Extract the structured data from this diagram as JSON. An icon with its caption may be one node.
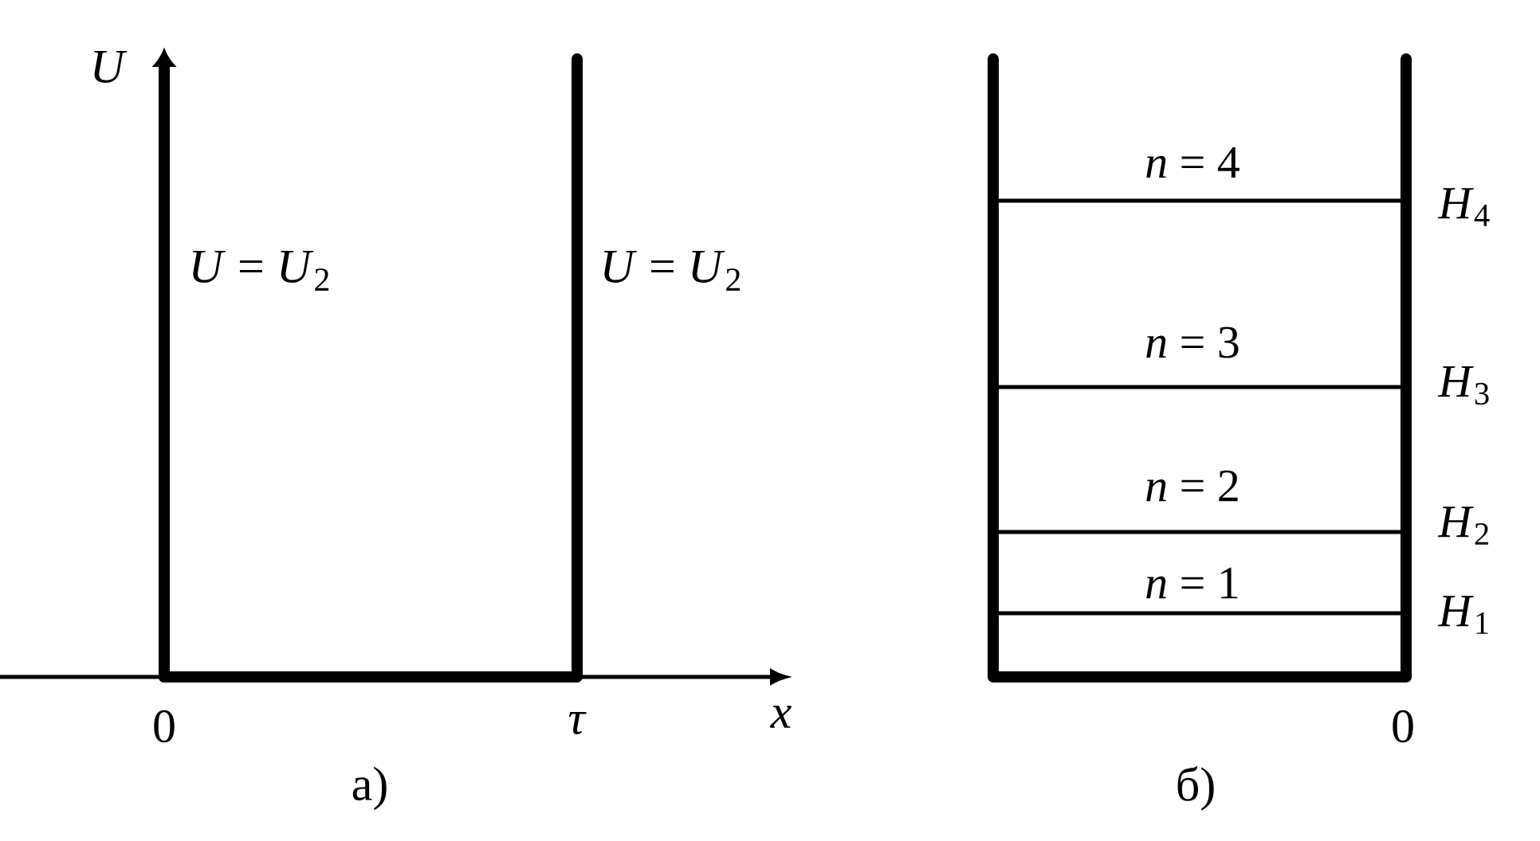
{
  "diagram": {
    "labels": [
      "*U*",
      "*U* = *U*$_{2}$",
      "*U* = *U*$_{2}$",
      "*n* = 4",
      "*H*$_{4}$",
      "*n* = 3",
      "*H*$_{3}$",
      "*n* = 2",
      "*H*$_{2}$",
      "*n* = 1",
      "*H*$_{1}$",
      "0",
      "*τ*",
      "*x*",
      "0",
      "а)",
      "б)"
    ]
  }
}
